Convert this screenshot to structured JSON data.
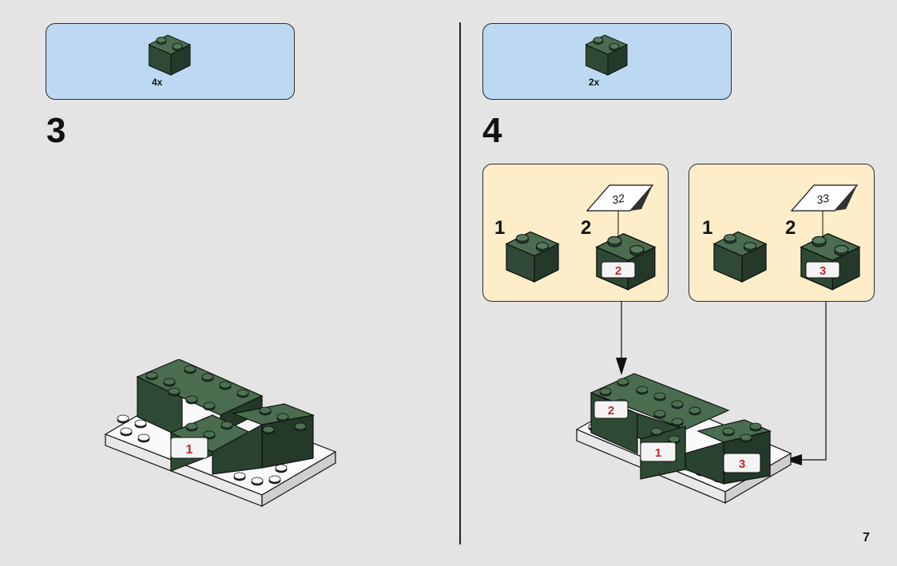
{
  "left_panel": {
    "parts_callout": {
      "quantity": "4x"
    },
    "step_number": "3",
    "sticker_label": "1"
  },
  "right_panel": {
    "parts_callout": {
      "quantity": "2x"
    },
    "step_number": "4",
    "sub_steps": [
      {
        "first_label": "1",
        "second_label": "2",
        "sticker_ref": "32",
        "sticker_label": "2"
      },
      {
        "first_label": "1",
        "second_label": "2",
        "sticker_ref": "33",
        "sticker_label": "3"
      }
    ],
    "assembly_stickers": [
      "2",
      "1",
      "3"
    ]
  },
  "page_number": "7",
  "colors": {
    "brick_green": "#3a5a40",
    "callout_blue": "#bcd9f1",
    "substep_beige": "#fdedc8",
    "sticker_red": "#c0282d"
  }
}
